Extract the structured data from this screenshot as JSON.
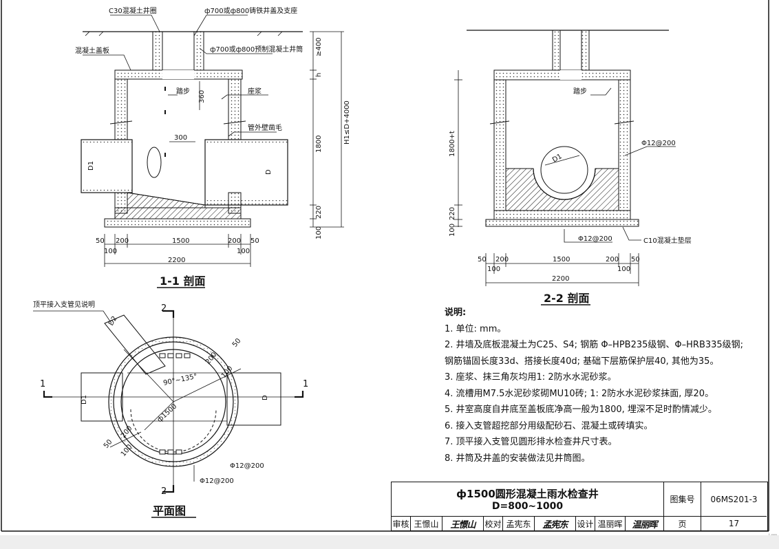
{
  "section_1_1": {
    "title": "1-1 剖面",
    "label_c30": "C30混凝土井圈",
    "label_cover": "ф700或ф800铸铁井盖及支座",
    "label_slab": "混凝土盖板",
    "label_barrel": "ф700或ф800预制混凝土井筒",
    "label_step": "踏步",
    "label_mortar": "座浆",
    "label_rough": "管外壁凿毛",
    "dim_360": "360",
    "dim_300": "300",
    "dim_400": "≥400",
    "dim_h": "h",
    "dim_1800": "1800",
    "dim_220": "220",
    "dim_100": "100",
    "dim_H1": "H1≤D+4000",
    "pipe_D1": "D1",
    "pipe_D": "D",
    "dims_bottom": [
      "50",
      "200",
      "1500",
      "200",
      "50"
    ],
    "dims_bottom2": [
      "100",
      "100"
    ],
    "dim_total": "2200"
  },
  "section_2_2": {
    "title": "2-2 剖面",
    "label_step": "踏步",
    "label_rebar1": "Φ12@200",
    "label_rebar2": "Φ12@200",
    "label_c10": "C10混凝土垫层",
    "pipe_D1": "D1",
    "dim_1800t": "1800+t",
    "dim_220": "220",
    "dim_100": "100",
    "dims_bottom": [
      "50",
      "200",
      "1500",
      "200",
      "50"
    ],
    "dims_bottom2": [
      "100",
      "100"
    ],
    "dim_total": "2200"
  },
  "plan": {
    "title": "平面图",
    "label_top_pipe": "顶平接入支管见说明",
    "label_D2": "D2",
    "label_D1": "D1",
    "label_D": "D",
    "angle_label": "90°~135°",
    "dia_label": "ф1500",
    "dim_200a": "200",
    "dim_100a": "100",
    "dim_50a": "50",
    "dim_200b": "200",
    "dim_100b": "100",
    "dim_50b": "50",
    "rebar1": "Φ12@200",
    "rebar2": "Φ12@200",
    "mark_2_top": "2",
    "mark_2_bot": "2",
    "mark_1_left": "1",
    "mark_1_right": "1"
  },
  "notes": {
    "title": "说明:",
    "items": [
      "1. 单位: mm。",
      "2. 井墙及底板混凝土为C25、S4; 钢筋 Φ–HPB235级钢、Φ–HRB335级钢;",
      "    钢筋锚固长度33d、搭接长度40d; 基础下层筋保护层40, 其他为35。",
      "3. 座浆、抹三角灰均用1: 2防水水泥砂浆。",
      "4. 流槽用M7.5水泥砂浆砌MU10砖; 1: 2防水水泥砂浆抹面, 厚20。",
      "5. 井室高度自井底至盖板底净高一般为1800, 埋深不足时酌情减少。",
      "6. 接入支管超挖部分用级配砂石、混凝土或砖填实。",
      "7. 顶平接入支管见圆形排水检查井尺寸表。",
      "8. 井筒及井盖的安装做法见井筒图。"
    ]
  },
  "title_block": {
    "title1": "ф1500圆形混凝土雨水检查井",
    "title2": "D=800~1000",
    "atlas_label": "图集号",
    "atlas_no": "06MS201-3",
    "page_label": "页",
    "page_no": "17",
    "review_label": "审核",
    "review_name": "王憬山",
    "review_sig": "王憬山",
    "check_label": "校对",
    "check_name": "孟宪东",
    "check_sig": "孟宪东",
    "design_label": "设计",
    "design_name": "温丽晖",
    "design_sig": "温丽晖"
  },
  "watermark": "㶲"
}
